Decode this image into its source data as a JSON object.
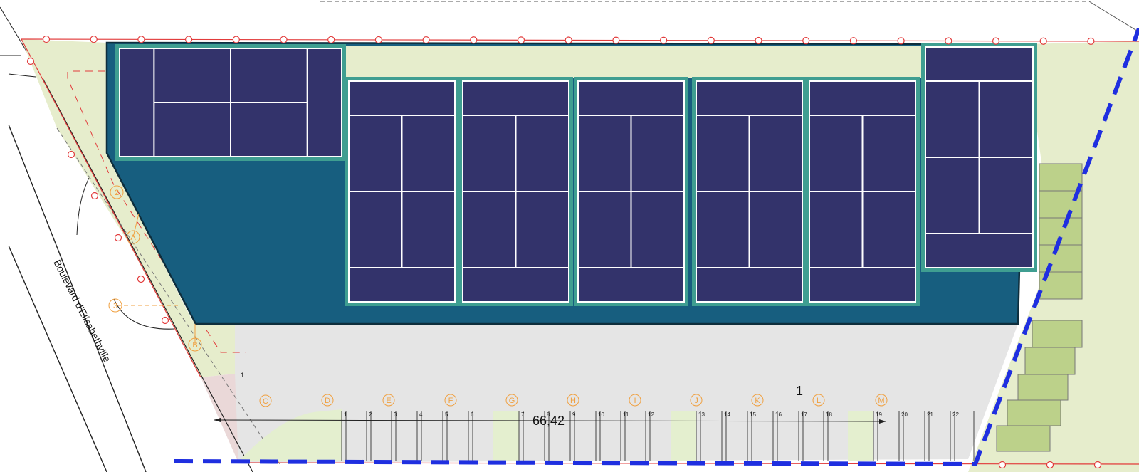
{
  "plan": {
    "street_name": "Boulevard d'Elisabethville",
    "dimension": "66,42",
    "stray_labels": [
      "1",
      "1"
    ],
    "grid_markers": [
      "2",
      "A",
      "3",
      "B",
      "C",
      "D",
      "E",
      "F",
      "G",
      "H",
      "I",
      "J",
      "K",
      "L",
      "M"
    ],
    "parking_numbers": [
      "1",
      "2",
      "3",
      "4",
      "5",
      "6",
      "7",
      "8",
      "9",
      "10",
      "11",
      "12",
      "13",
      "14",
      "15",
      "16",
      "17",
      "18",
      "19",
      "20",
      "21",
      "22"
    ]
  },
  "colors": {
    "court_surface": "#33336b",
    "court_border": "#3f9e91",
    "pad": "#175e7f",
    "lawn": "#e6edcc",
    "green_strip": "#e4efcf",
    "paving": "#e5e5e5",
    "property_line": "#e23b3b",
    "grid_marker": "#f0a040",
    "boundary_dashed": "#1f2fe0"
  },
  "icons": {
    "property_node": "red-circle-node",
    "grid_marker": "orange-circle-marker"
  }
}
